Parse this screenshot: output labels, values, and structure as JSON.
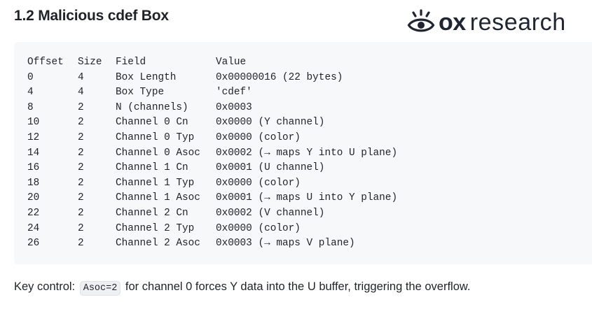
{
  "section": {
    "title": "1.2 Malicious cdef Box"
  },
  "brand": {
    "logo_icon": "eye-icon",
    "name_bold": "ox",
    "name_light": "research",
    "color": "#202631"
  },
  "table": {
    "headers": [
      "Offset",
      "Size",
      "Field",
      "Value"
    ],
    "rows": [
      [
        "0",
        "4",
        "Box Length",
        "0x00000016 (22 bytes)"
      ],
      [
        "4",
        "4",
        "Box Type",
        "'cdef'"
      ],
      [
        "8",
        "2",
        "N (channels)",
        "0x0003"
      ],
      [
        "10",
        "2",
        "Channel 0 Cn",
        "0x0000 (Y channel)"
      ],
      [
        "12",
        "2",
        "Channel 0 Typ",
        "0x0000 (color)"
      ],
      [
        "14",
        "2",
        "Channel 0 Asoc",
        "0x0002 (→ maps Y into U plane)"
      ],
      [
        "16",
        "2",
        "Channel 1 Cn",
        "0x0001 (U channel)"
      ],
      [
        "18",
        "2",
        "Channel 1 Typ",
        "0x0000 (color)"
      ],
      [
        "20",
        "2",
        "Channel 1 Asoc",
        "0x0001 (→ maps U into Y plane)"
      ],
      [
        "22",
        "2",
        "Channel 2 Cn",
        "0x0002 (V channel)"
      ],
      [
        "24",
        "2",
        "Channel 2 Typ",
        "0x0000 (color)"
      ],
      [
        "26",
        "2",
        "Channel 2 Asoc",
        "0x0003 (→ maps V plane)"
      ]
    ]
  },
  "caption": {
    "prefix": "Key control:",
    "code": "Asoc=2",
    "suffix": "for channel 0 forces Y data into the U buffer, triggering the overflow."
  }
}
